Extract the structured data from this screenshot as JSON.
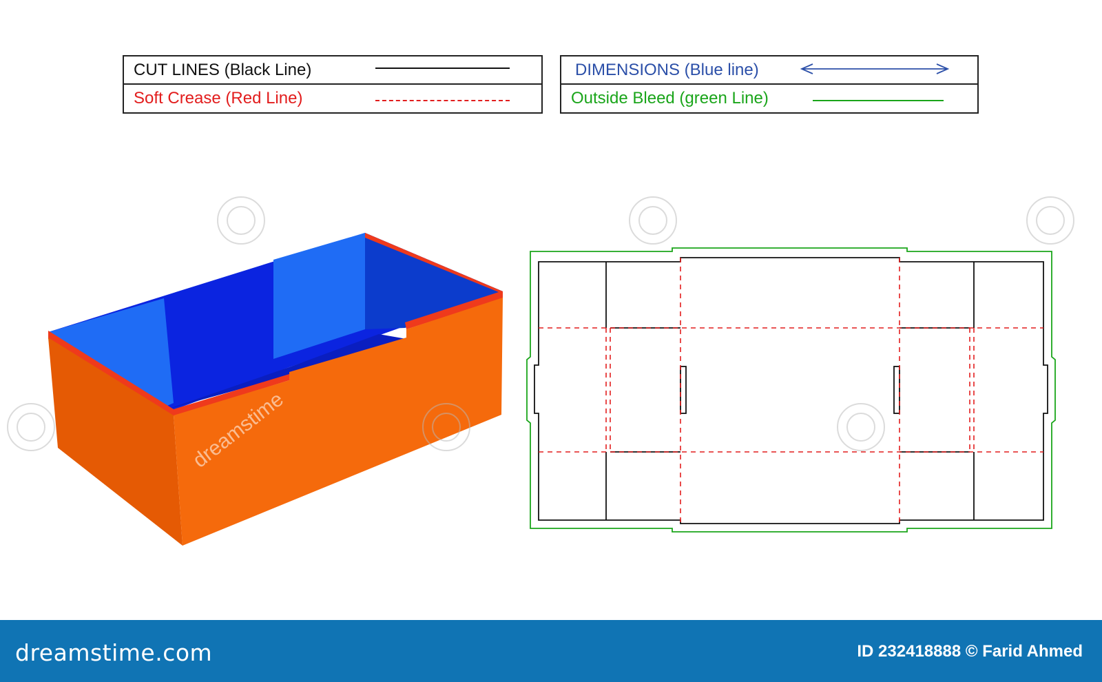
{
  "legend": {
    "cut_lines": "CUT LINES (Black Line)",
    "soft_crease": "Soft Crease (Red Line)",
    "dimensions": "DIMENSIONS (Blue line)",
    "outside_bleed": "Outside Bleed (green Line)"
  },
  "colors": {
    "cut": "#111111",
    "crease": "#e21d1d",
    "dimension": "#2b4fa8",
    "bleed": "#1aa51a",
    "box_outside": "#f56a0c",
    "box_outside_dark": "#e55a04",
    "box_inside": "#0b24e0",
    "box_flap": "#1f6cf5",
    "box_edge": "#ef3a1c",
    "footer": "#1074b4"
  },
  "watermark": "dreamstime",
  "footer": {
    "logo": "dreamstime.com",
    "credit": "ID 232418888 © Farid Ahmed"
  }
}
